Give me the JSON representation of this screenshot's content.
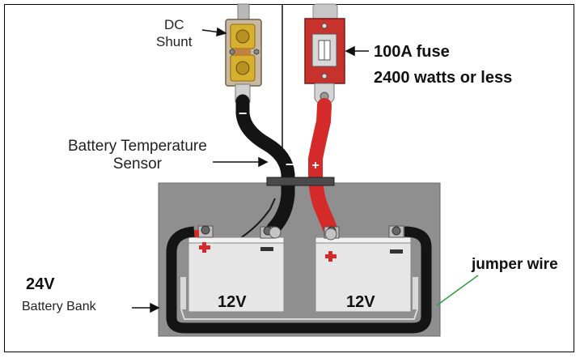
{
  "labels": {
    "dc_shunt_line1": "DC",
    "dc_shunt_line2": "Shunt",
    "fuse_line1": "100A fuse",
    "fuse_line2": "2400 watts or less",
    "temp_line1": "Battery Temperature",
    "temp_line2": "Sensor",
    "bank_voltage": "24V",
    "bank_label": "Battery Bank",
    "jumper": "jumper wire",
    "battery_left": "12V",
    "battery_right": "12V",
    "neg_symbol": "−",
    "pos_symbol": "+"
  },
  "colors": {
    "cable_positive": "#d42a2a",
    "cable_negative": "#141414",
    "fuse_body": "#c8322d",
    "shunt_brass": "#c9a227",
    "enclosure": "#8f8f8f",
    "battery_case": "#e6e6e6",
    "jumper_pointer": "#2e9e3e"
  }
}
